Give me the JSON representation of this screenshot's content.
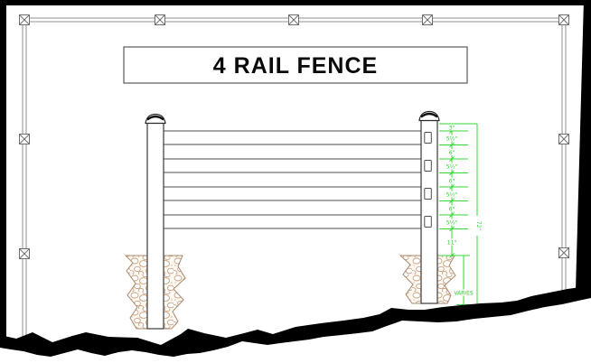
{
  "title": {
    "label": "4 RAIL FENCE"
  },
  "dimensions": {
    "chain": [
      "3\"",
      "5½\"",
      "6\"",
      "5½\"",
      "6\"",
      "5½\"",
      "6\"",
      "5½\"",
      "11\""
    ],
    "overall_post": "72\"",
    "footing_depth": "VARIES"
  },
  "drawing": {
    "rail_count": 4,
    "post_count": 2
  },
  "colors": {
    "dimension_green": "#34d934",
    "ink_gray": "#4d4d4d",
    "border_gray": "#8f8f8f",
    "footing_tan": "#c9a383",
    "tear_black": "#000000",
    "paper_white": "#ffffff"
  }
}
